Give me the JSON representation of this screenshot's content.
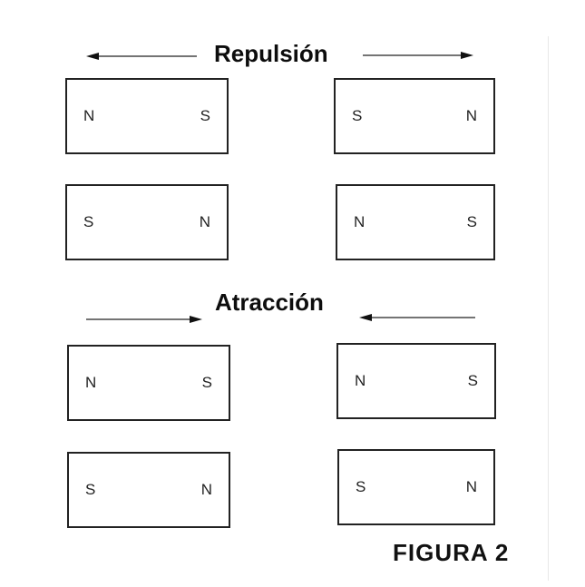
{
  "sections": [
    {
      "title": "Repulsión",
      "arrows": [
        "left",
        "right"
      ],
      "pairs": [
        {
          "magnets": [
            {
              "left": "N",
              "right": "S"
            },
            {
              "left": "S",
              "right": "N"
            }
          ]
        },
        {
          "magnets": [
            {
              "left": "S",
              "right": "N"
            },
            {
              "left": "N",
              "right": "S"
            }
          ]
        }
      ]
    },
    {
      "title": "Atracción",
      "arrows": [
        "right",
        "left"
      ],
      "pairs": [
        {
          "magnets": [
            {
              "left": "N",
              "right": "S"
            },
            {
              "left": "N",
              "right": "S"
            }
          ]
        },
        {
          "magnets": [
            {
              "left": "S",
              "right": "N"
            },
            {
              "left": "S",
              "right": "N"
            }
          ]
        }
      ]
    }
  ],
  "figure_label": "FIGURA 2"
}
